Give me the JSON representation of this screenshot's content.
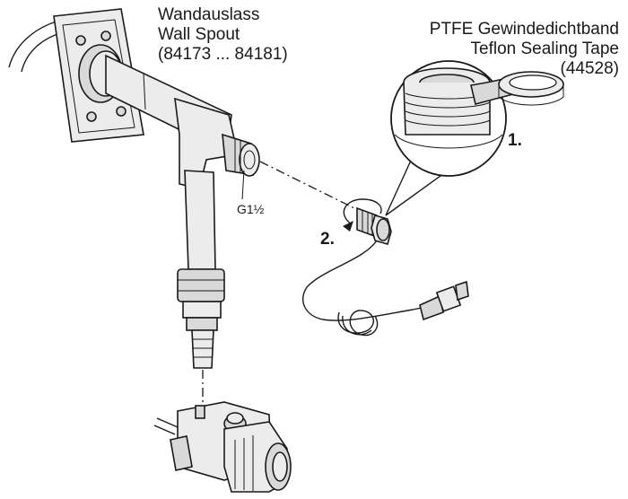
{
  "labels": {
    "wall_spout_de": "Wandauslass",
    "wall_spout_en": "Wall Spout",
    "wall_spout_codes": "(84173 ... 84181)",
    "tape_de": "PTFE Gewindedichtband",
    "tape_en": "Teflon Sealing Tape",
    "tape_code": "(44528)",
    "thread_size": "G1½",
    "step_1": "1.",
    "step_2": "2."
  }
}
